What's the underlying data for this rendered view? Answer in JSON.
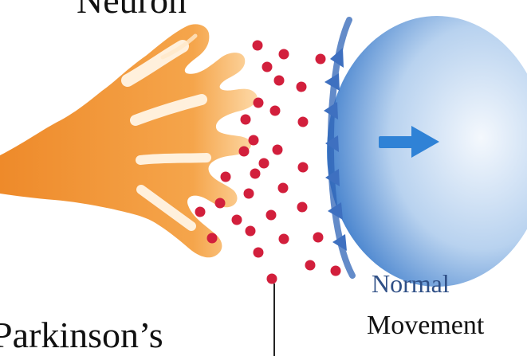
{
  "labels": {
    "top": "Neuron",
    "left": "Parkinson’s",
    "normal": "Normal",
    "movement": "Movement"
  },
  "colors": {
    "neuron": "#f39a3a",
    "neuron_highlight": "#fbc27a",
    "dot": "#d21f3c",
    "receptor": "#3e70c0",
    "receiver_light": "#eaf2fb",
    "receiver_dark": "#3778c9",
    "arrow": "#2f82d6",
    "text_blue": "#2f4f86"
  },
  "icons": {
    "arrow": "right-arrow-icon"
  }
}
